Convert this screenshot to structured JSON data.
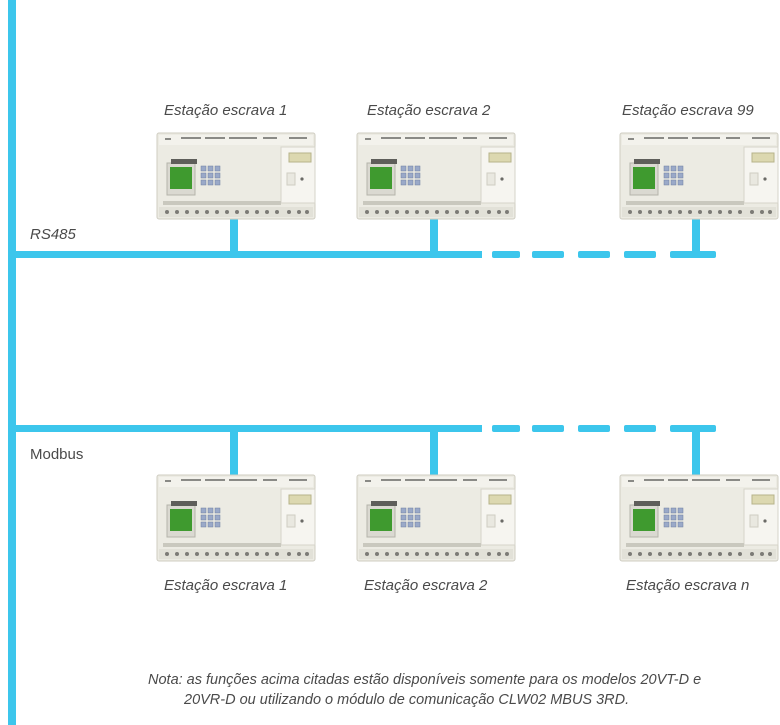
{
  "buses": {
    "rs485_label": "RS485",
    "modbus_label": "Modbus"
  },
  "rs485_stations": [
    {
      "label": "Estação escrava 1"
    },
    {
      "label": "Estação escrava 2"
    },
    {
      "label": "Estação escrava 99"
    }
  ],
  "modbus_stations": [
    {
      "label": "Estação escrava 1"
    },
    {
      "label": "Estação escrava 2"
    },
    {
      "label": "Estação escrava n"
    }
  ],
  "note": {
    "line1": "Nota: as funções acima citadas estão disponíveis somente para os modelos 20VT-D e",
    "line2": "20VR-D ou utilizando o módulo de comunicação CLW02 MBUS 3RD."
  },
  "colors": {
    "bus": "#3cc6ec",
    "bus_edge": "#1a9cc8",
    "device_body": "#ecebe3",
    "device_shadow": "#cfcdc2",
    "lcd": "#3f9a2f",
    "keypad": "#9aa9c8",
    "text": "#4a4a4a"
  }
}
